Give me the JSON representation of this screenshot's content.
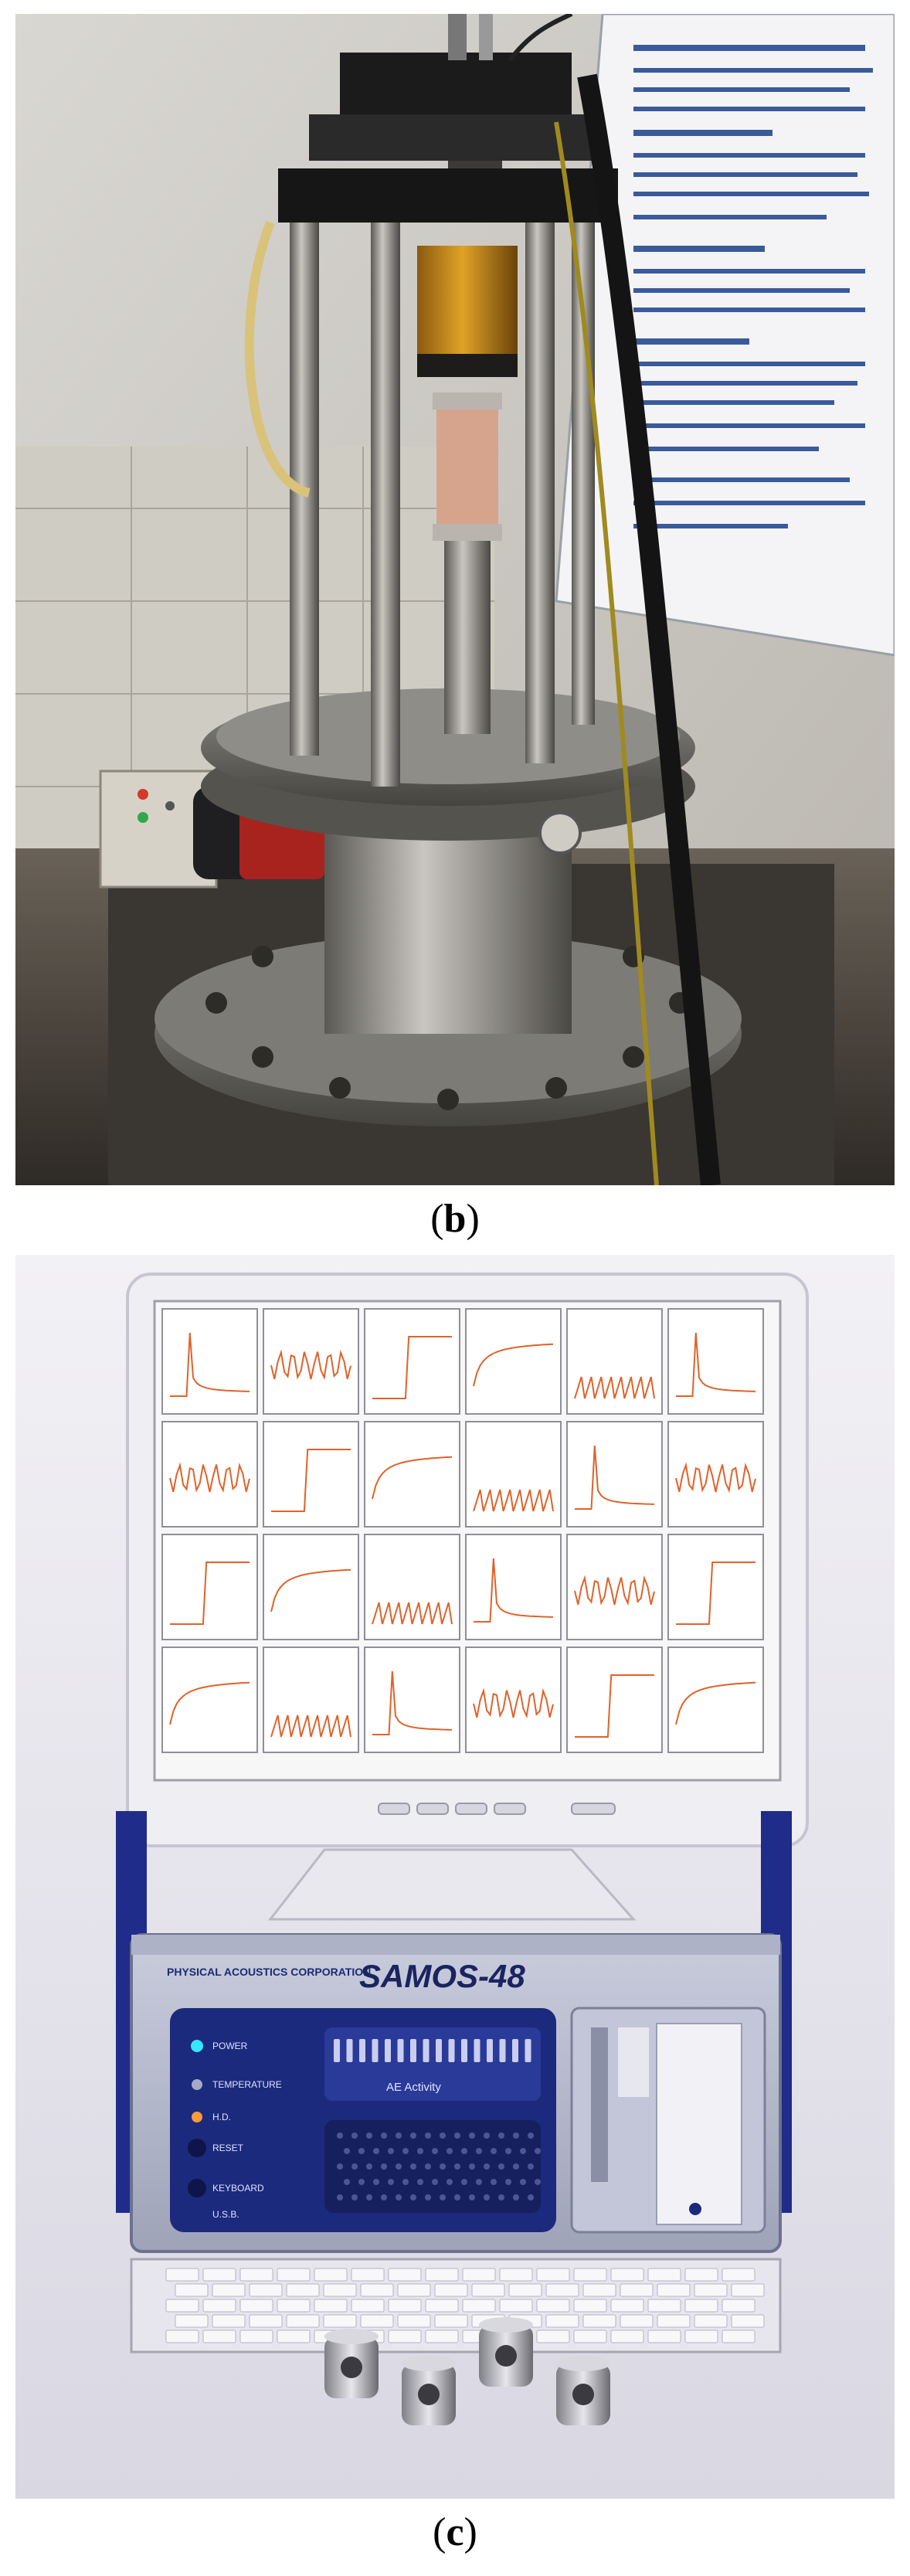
{
  "figure": {
    "panel_b": {
      "caption_open": "(",
      "caption_letter": "b",
      "caption_close": ")"
    },
    "panel_c": {
      "caption_open": "(",
      "caption_letter": "c",
      "caption_close": ")",
      "device_brand": "PHYSICAL ACOUSTICS CORPORATION",
      "device_model": "SAMOS-48",
      "indicator_labels": {
        "power": "POWER",
        "temperature": "TEMPERATURE",
        "hd": "H.D.",
        "reset": "RESET",
        "keyboard": "KEYBOARD",
        "usb": "U.S.B."
      },
      "ae_activity_label": "AE Activity"
    }
  }
}
